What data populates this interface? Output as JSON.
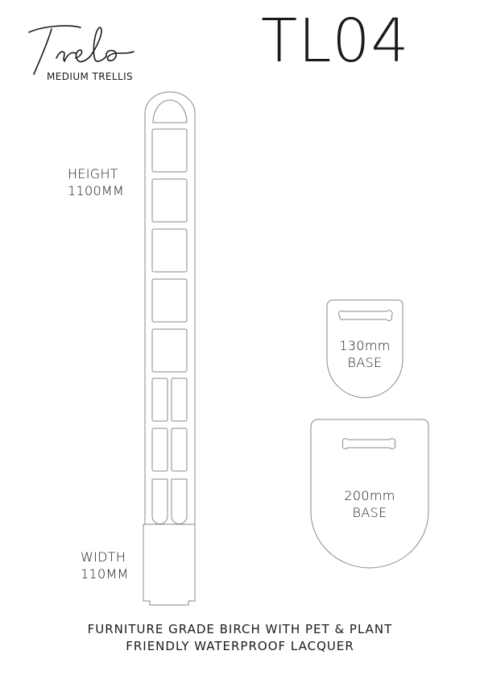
{
  "brand": {
    "script_name": "Trelo",
    "subtitle": "MEDIUM TRELLIS"
  },
  "model_code": "TL04",
  "dimensions": {
    "height_label": "HEIGHT",
    "height_value": "1100MM",
    "width_label": "WIDTH",
    "width_value": "110MM"
  },
  "bases": [
    {
      "size": "130mm",
      "label": "BASE"
    },
    {
      "size": "200mm",
      "label": "BASE"
    }
  ],
  "footer": {
    "line1": "FURNITURE GRADE BIRCH WITH PET & PLANT",
    "line2": "FRIENDLY WATERPROOF LACQUER"
  },
  "colors": {
    "ink": "#1a1a1a",
    "outline": "#8a8a8a",
    "background": "#ffffff"
  }
}
